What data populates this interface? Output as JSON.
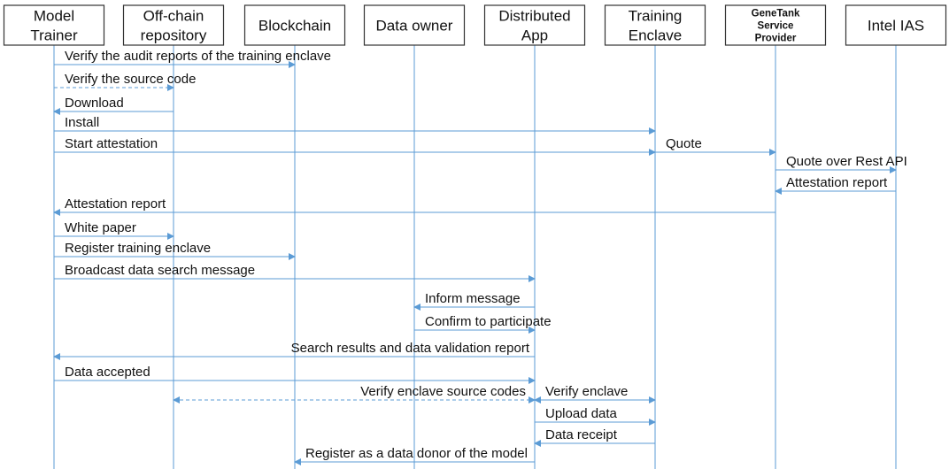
{
  "participants": [
    {
      "id": "trainer",
      "lines": [
        "Model",
        "Trainer"
      ]
    },
    {
      "id": "offchain",
      "lines": [
        "Off-chain",
        "repository"
      ]
    },
    {
      "id": "chain",
      "lines": [
        "Blockchain"
      ]
    },
    {
      "id": "owner",
      "lines": [
        "Data owner"
      ]
    },
    {
      "id": "app",
      "lines": [
        "Distributed",
        "App"
      ]
    },
    {
      "id": "enclave",
      "lines": [
        "Training",
        "Enclave"
      ]
    },
    {
      "id": "genetank",
      "lines": [
        "GeneTank",
        "Service",
        "Provider"
      ]
    },
    {
      "id": "ias",
      "lines": [
        "Intel IAS"
      ]
    }
  ],
  "messages": [
    {
      "from": "trainer",
      "to": "chain",
      "label": "Verify the audit reports of the training enclave"
    },
    {
      "from": "trainer",
      "to": "offchain",
      "label": "Verify the source code",
      "dashed": true
    },
    {
      "from": "offchain",
      "to": "trainer",
      "label": "Download"
    },
    {
      "from": "trainer",
      "to": "enclave",
      "label": "Install"
    },
    {
      "from": "trainer",
      "to": "enclave",
      "label": "Start attestation"
    },
    {
      "from": "enclave",
      "to": "genetank",
      "label": "Quote"
    },
    {
      "from": "genetank",
      "to": "ias",
      "label": "Quote over Rest API"
    },
    {
      "from": "ias",
      "to": "genetank",
      "label": "Attestation report"
    },
    {
      "from": "genetank",
      "to": "trainer",
      "label": "Attestation report"
    },
    {
      "from": "trainer",
      "to": "offchain",
      "label": "White paper"
    },
    {
      "from": "trainer",
      "to": "chain",
      "label": "Register training enclave"
    },
    {
      "from": "trainer",
      "to": "app",
      "label": "Broadcast data search message"
    },
    {
      "from": "app",
      "to": "owner",
      "label": "Inform message"
    },
    {
      "from": "owner",
      "to": "app",
      "label": "Confirm to participate"
    },
    {
      "from": "app",
      "to": "trainer",
      "label": "Search results and data validation report"
    },
    {
      "from": "trainer",
      "to": "app",
      "label": "Data accepted"
    },
    {
      "from": "offchain",
      "to": "app",
      "label": "Verify enclave source codes",
      "dashed": true,
      "both": true
    },
    {
      "from": "app",
      "to": "enclave",
      "label": "Verify enclave",
      "both": true
    },
    {
      "from": "app",
      "to": "enclave",
      "label": "Upload data"
    },
    {
      "from": "enclave",
      "to": "app",
      "label": "Data receipt"
    },
    {
      "from": "app",
      "to": "chain",
      "label": "Register as a data donor of the model"
    }
  ]
}
